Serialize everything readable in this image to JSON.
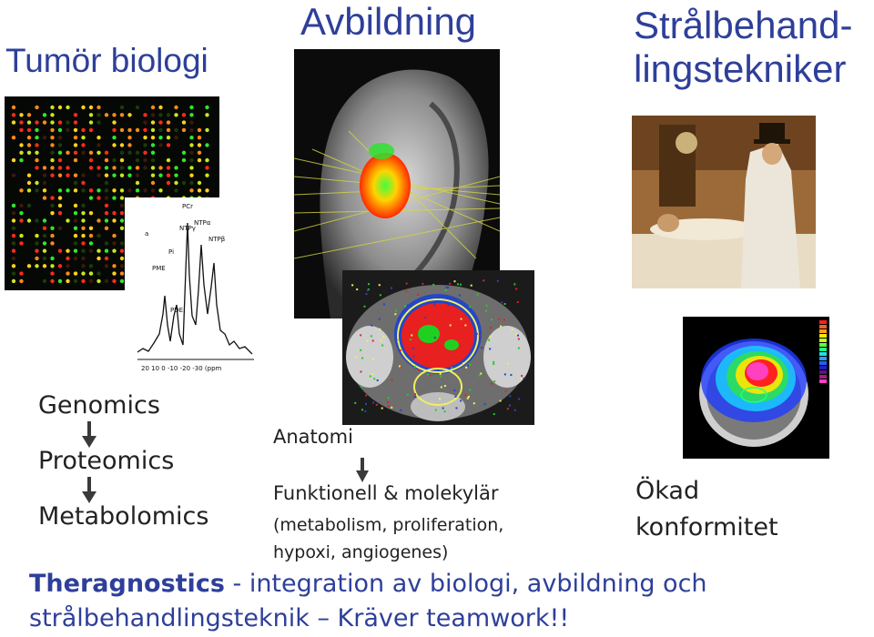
{
  "titles": {
    "tumor": "Tumör biologi",
    "imaging": "Avbildning",
    "radiation_line1": "Strålbehand-",
    "radiation_line2": "lingstekniker"
  },
  "nmr_labels": {
    "pcr": "PCr",
    "ntp_g": "NTPγ",
    "ntp_a": "NTPα",
    "ntp_b": "NTPβ",
    "pi": "Pi",
    "pme": "PME",
    "pde": "PDE",
    "a": "a",
    "axis": "20   10    0   -10  -20  -30  (ppm"
  },
  "omics": {
    "genomics": "Genomics",
    "proteomics": "Proteomics",
    "metabolomics": "Metabolomics"
  },
  "imaging_text": {
    "anatomy": "Anatomi",
    "functional": "Funktionell & molekylär",
    "details_line1": "(metabolism, proliferation,",
    "details_line2": "hypoxi, angiogenes)"
  },
  "conformity": {
    "line1": "Ökad",
    "line2": "konformitet"
  },
  "bottom": {
    "bold": "Theragnostics",
    "line1_rest": " - integration av biologi, avbildning och",
    "line2": "strålbehandlingsteknik – Kräver teamwork!!"
  },
  "colors": {
    "title_blue": "#2e3f9a",
    "arrow_dark": "#3a3a3a"
  }
}
